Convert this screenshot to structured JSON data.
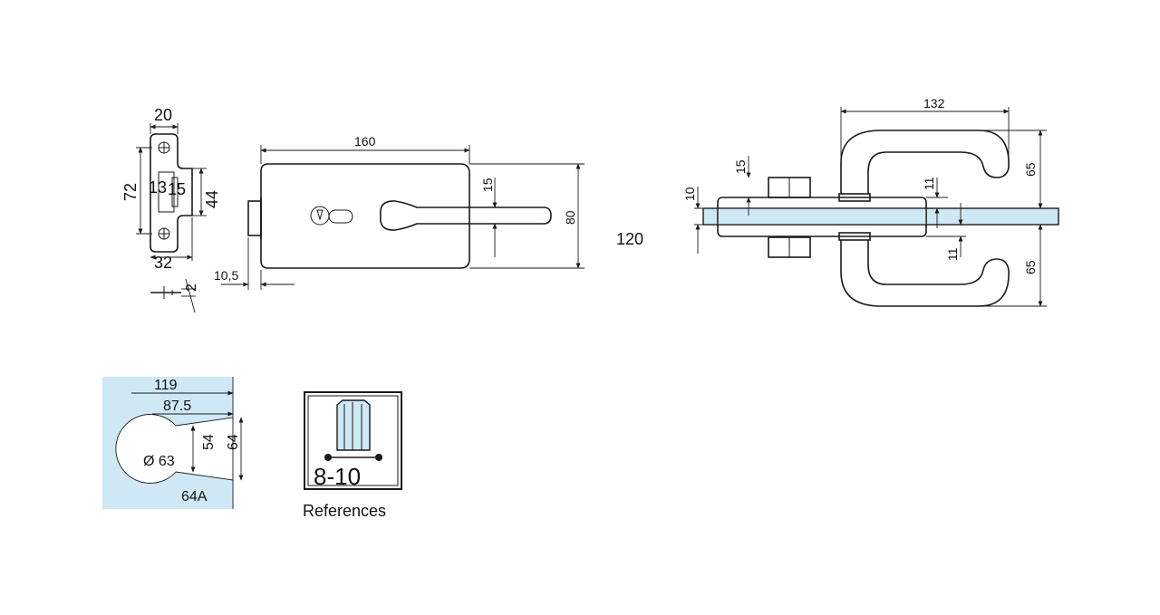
{
  "colors": {
    "glass": "#cfe8f5",
    "line": "#1a1a1a",
    "background": "#ffffff"
  },
  "strike_plate": {
    "width": "20",
    "height": "72",
    "inner_height": "13",
    "inner_width": "15",
    "depth": "44",
    "base_width": "32",
    "edge": "2"
  },
  "lock_body": {
    "length": "160",
    "height": "80",
    "slot_width": "15",
    "offset": "10,5"
  },
  "standalone_dim": "120",
  "handle_side": {
    "span": "132",
    "upper_reach": "65",
    "lower_reach": "65",
    "glass_thickness": "10",
    "block_width": "15",
    "upper_gap": "11",
    "lower_gap": "11"
  },
  "glass_cutout": {
    "outer": "119",
    "inner": "87.5",
    "inner_height": "54",
    "outer_height": "64",
    "diameter": "Ø 63",
    "code": "64A"
  },
  "references": {
    "range": "8-10",
    "label": "References"
  }
}
